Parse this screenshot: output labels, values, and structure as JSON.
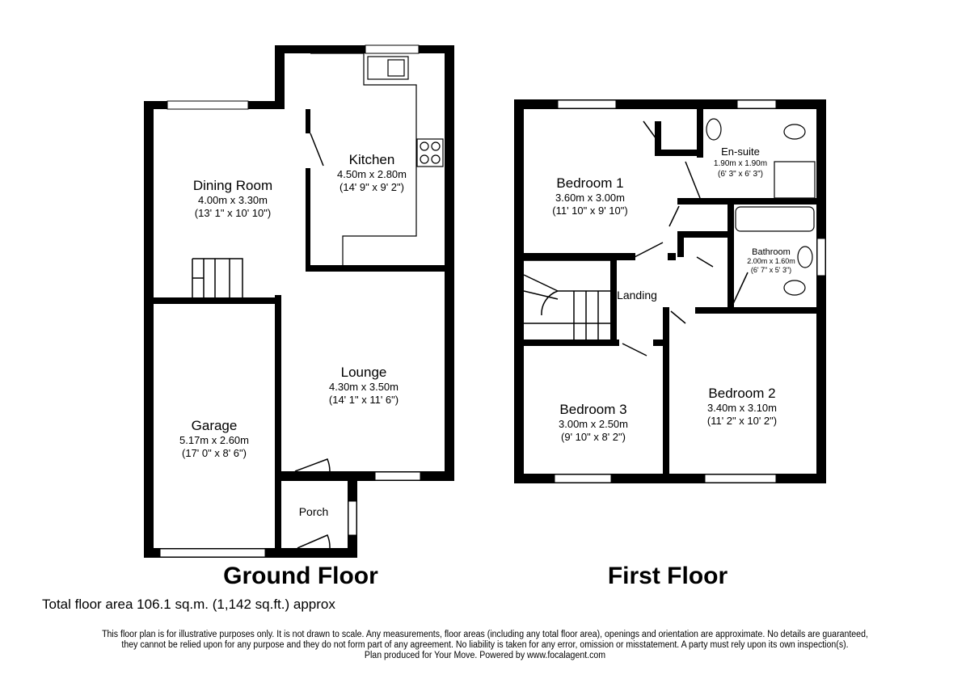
{
  "ground_floor": {
    "title": "Ground Floor",
    "rooms": [
      {
        "name": "Kitchen",
        "metric": "4.50m x 2.80m",
        "imperial": "(14' 9\" x 9' 2\")"
      },
      {
        "name": "Dining Room",
        "metric": "4.00m x 3.30m",
        "imperial": "(13' 1\" x 10' 10\")"
      },
      {
        "name": "Lounge",
        "metric": "4.30m x 3.50m",
        "imperial": "(14' 1\" x 11' 6\")"
      },
      {
        "name": "Garage",
        "metric": "5.17m x 2.60m",
        "imperial": "(17' 0\" x 8' 6\")"
      },
      {
        "name": "Porch"
      }
    ]
  },
  "first_floor": {
    "title": "First Floor",
    "rooms": [
      {
        "name": "Bedroom 1",
        "metric": "3.60m x 3.00m",
        "imperial": "(11' 10\" x 9' 10\")"
      },
      {
        "name": "En-suite",
        "metric": "1.90m x 1.90m",
        "imperial": "(6' 3\" x 6' 3\")"
      },
      {
        "name": "Bathroom",
        "metric": "2.00m x 1.60m",
        "imperial": "(6' 7\" x 5' 3\")"
      },
      {
        "name": "Landing"
      },
      {
        "name": "Bedroom 3",
        "metric": "3.00m x 2.50m",
        "imperial": "(9' 10\" x 8' 2\")"
      },
      {
        "name": "Bedroom 2",
        "metric": "3.40m x 3.10m",
        "imperial": "(11' 2\" x 10' 2\")"
      }
    ]
  },
  "total_area": "Total floor area 106.1 sq.m. (1,142 sq.ft.) approx",
  "disclaimer": [
    "This floor plan is for illustrative purposes only. It is not drawn to scale. Any measurements, floor areas (including any total floor area), openings and orientation are approximate. No details are guaranteed,",
    "they cannot be relied upon for any purpose and they do not form part of any agreement. No liability is taken for any error, omission or misstatement. A party must rely upon its own inspection(s).",
    "Plan produced for Your Move. Powered by www.focalagent.com"
  ]
}
